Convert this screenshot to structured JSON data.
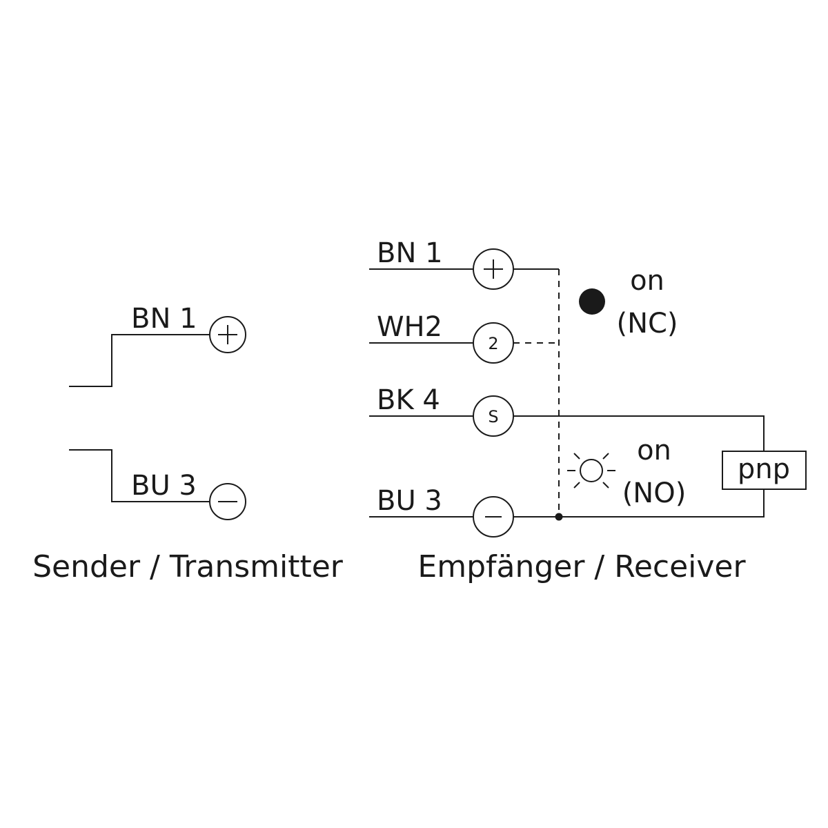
{
  "transmitter": {
    "caption": "Sender / Transmitter",
    "wires": [
      {
        "label": "BN 1",
        "terminal": "+"
      },
      {
        "label": "BU 3",
        "terminal": "−"
      }
    ]
  },
  "receiver": {
    "caption": "Empfänger / Receiver",
    "wires": [
      {
        "label": "BN  1",
        "terminal": "+"
      },
      {
        "label": "WH2",
        "terminal": "2"
      },
      {
        "label": "BK  4",
        "terminal": "S"
      },
      {
        "label": "BU  3",
        "terminal": "−"
      }
    ],
    "output_type": "pnp"
  },
  "led_nc": {
    "state": "on",
    "mode": "(NC)"
  },
  "led_no": {
    "state": "on",
    "mode": "(NO)"
  },
  "colors": {
    "line": "#1a1a1a",
    "background": "#ffffff"
  }
}
